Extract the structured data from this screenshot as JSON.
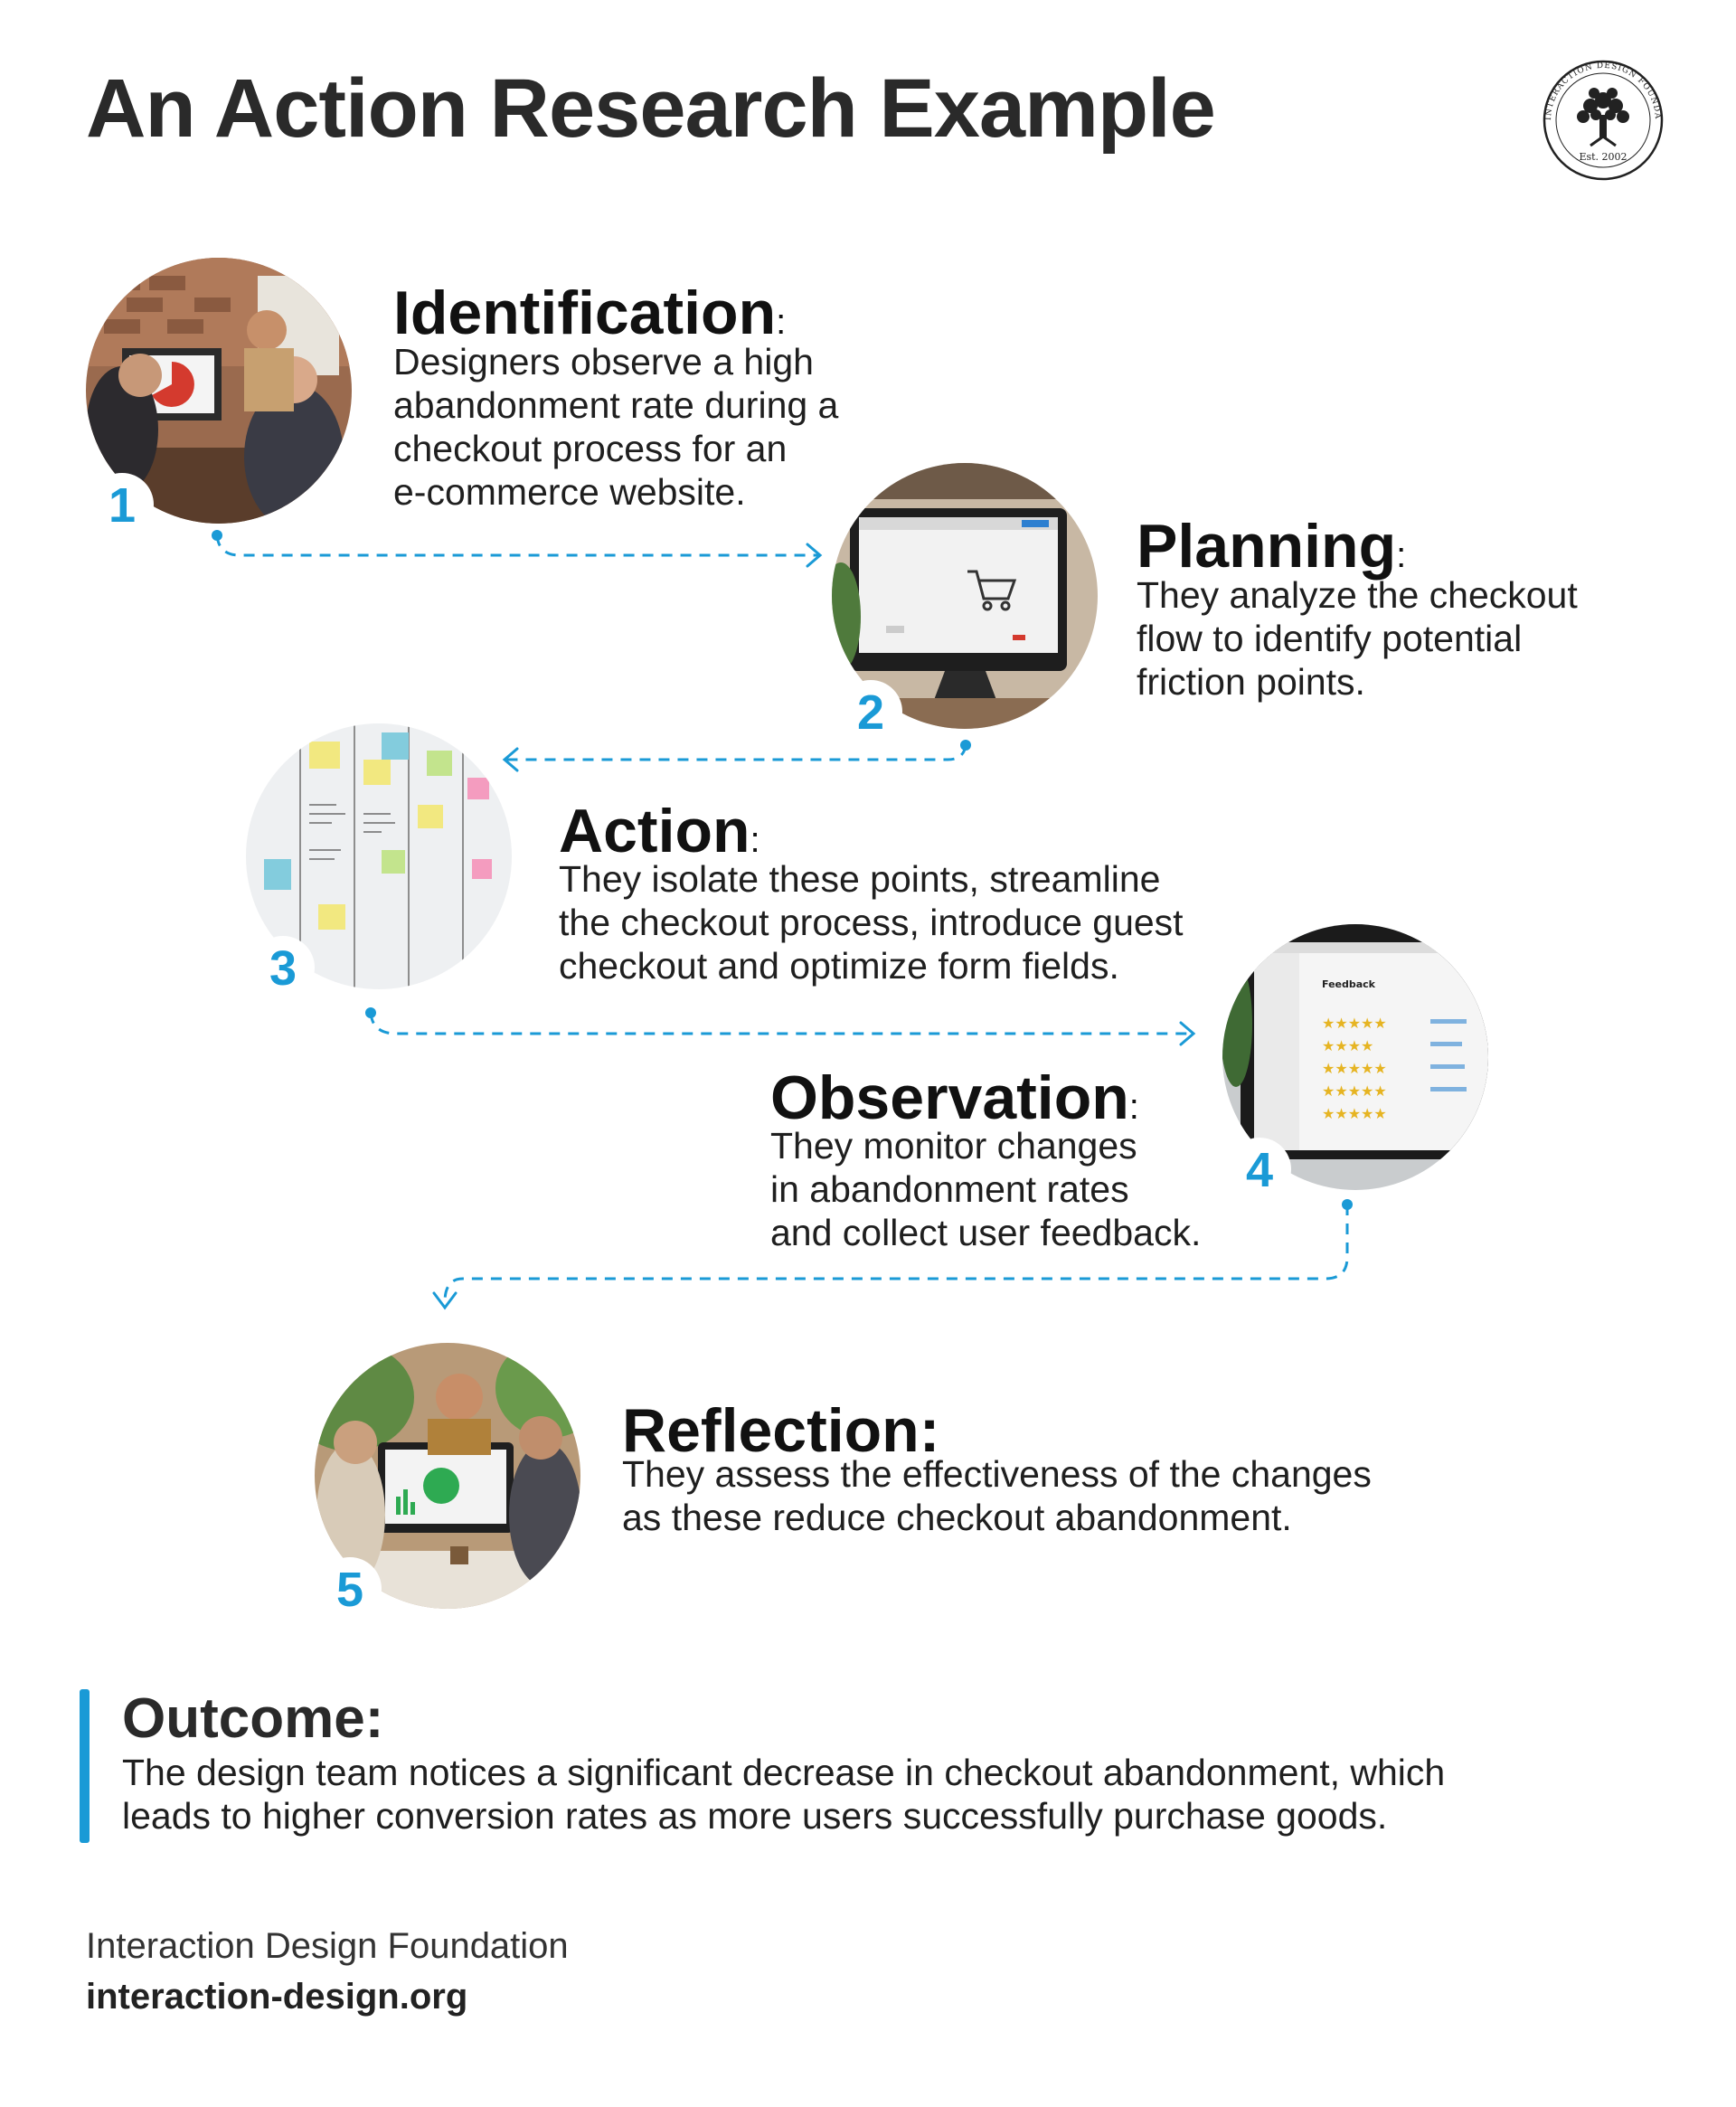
{
  "title": "An Action Research Example",
  "logo": {
    "ring_text": "INTERACTION DESIGN FOUNDATION",
    "est": "Est. 2002",
    "icon": "tree-icon"
  },
  "accent_color": "#1a9ad6",
  "steps": [
    {
      "number": "1",
      "title": "Identification",
      "desc_lines": [
        "Designers observe a high",
        "abandonment rate during a",
        "checkout process for an",
        "e-commerce website."
      ]
    },
    {
      "number": "2",
      "title": "Planning",
      "desc_lines": [
        "They analyze the checkout",
        "flow to identify potential",
        "friction points."
      ]
    },
    {
      "number": "3",
      "title": "Action",
      "desc_lines": [
        "They isolate these points, streamline",
        "the checkout process, introduce guest",
        "checkout and optimize form fields."
      ]
    },
    {
      "number": "4",
      "title": "Observation",
      "desc_lines": [
        "They monitor changes",
        "in abandonment rates",
        "and collect user feedback."
      ]
    },
    {
      "number": "5",
      "title": "Reflection:",
      "desc_lines": [
        "They assess the effectiveness of the changes",
        "as these reduce checkout abandonment."
      ]
    }
  ],
  "outcome": {
    "title": "Outcome:",
    "text_lines": [
      "The design team notices a significant decrease in checkout abandonment, which",
      "leads to higher conversion rates as more users successfully purchase goods."
    ]
  },
  "footer": {
    "org": "Interaction Design Foundation",
    "url": "interaction-design.org"
  }
}
